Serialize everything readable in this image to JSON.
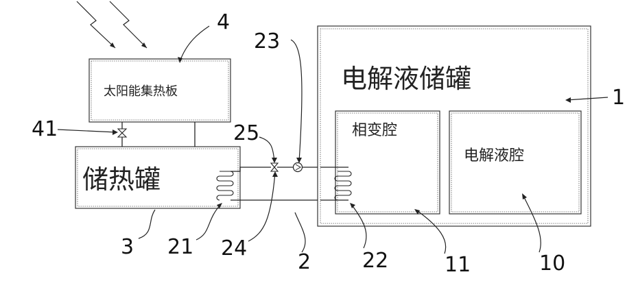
{
  "labels": {
    "electrolyte_tank": "电解液储罐",
    "phase_change_chamber": "相变腔",
    "electrolyte_chamber": "电解液腔",
    "solar_panel": "太阳能集热板",
    "heat_storage_tank": "储热罐"
  },
  "numerals": {
    "n1": "1",
    "n2": "2",
    "n3": "3",
    "n4": "4",
    "n10": "10",
    "n11": "11",
    "n21": "21",
    "n22": "22",
    "n23": "23",
    "n24": "24",
    "n25": "25",
    "n41": "41"
  }
}
